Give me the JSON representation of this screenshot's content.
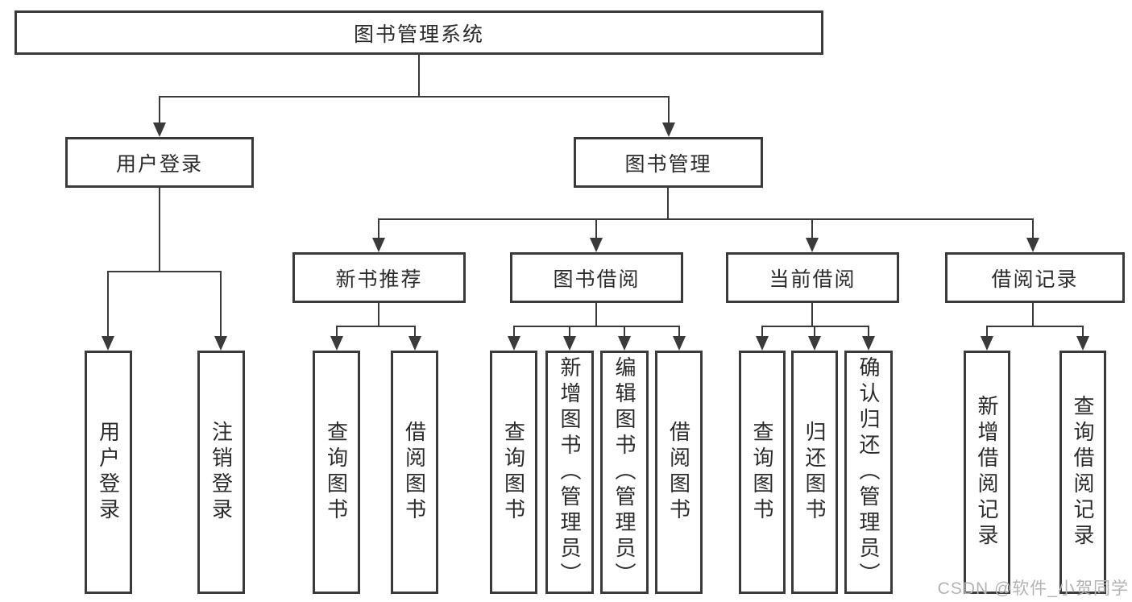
{
  "colors": {
    "line": "#3a3a3a",
    "text": "#2b2b2b",
    "watermark": "#b3b3b3",
    "background": "#ffffff"
  },
  "watermark": "CSDN @软件_小贺同学",
  "nodes": {
    "root": {
      "label": "图书管理系统"
    },
    "user_login": {
      "label": "用户登录"
    },
    "book_management": {
      "label": "图书管理"
    },
    "new_book_recommend": {
      "label": "新书推荐"
    },
    "book_borrow": {
      "label": "图书借阅"
    },
    "current_borrow": {
      "label": "当前借阅"
    },
    "borrow_record": {
      "label": "借阅记录"
    },
    "login": {
      "label": "用户登录"
    },
    "logout": {
      "label": "注销登录"
    },
    "query_book_recommend": {
      "label": "查询图书"
    },
    "borrow_book_recommend": {
      "label": "借阅图书"
    },
    "query_book_borrow": {
      "label": "查询图书"
    },
    "add_book_admin": {
      "label": "新增图书（管理员）"
    },
    "edit_book_admin": {
      "label": "编辑图书（管理员）"
    },
    "borrow_book": {
      "label": "借阅图书"
    },
    "query_book_current": {
      "label": "查询图书"
    },
    "return_book": {
      "label": "归还图书"
    },
    "confirm_return_admin": {
      "label": "确认归还（管理员）"
    },
    "add_borrow_record": {
      "label": "新增借阅记录"
    },
    "query_borrow_record": {
      "label": "查询借阅记录"
    }
  },
  "hierarchy": {
    "图书管理系统": {
      "用户登录": [
        "用户登录",
        "注销登录"
      ],
      "图书管理": {
        "新书推荐": [
          "查询图书",
          "借阅图书"
        ],
        "图书借阅": [
          "查询图书",
          "新增图书（管理员）",
          "编辑图书（管理员）",
          "借阅图书"
        ],
        "当前借阅": [
          "查询图书",
          "归还图书",
          "确认归还（管理员）"
        ],
        "借阅记录": [
          "新增借阅记录",
          "查询借阅记录"
        ]
      }
    }
  }
}
